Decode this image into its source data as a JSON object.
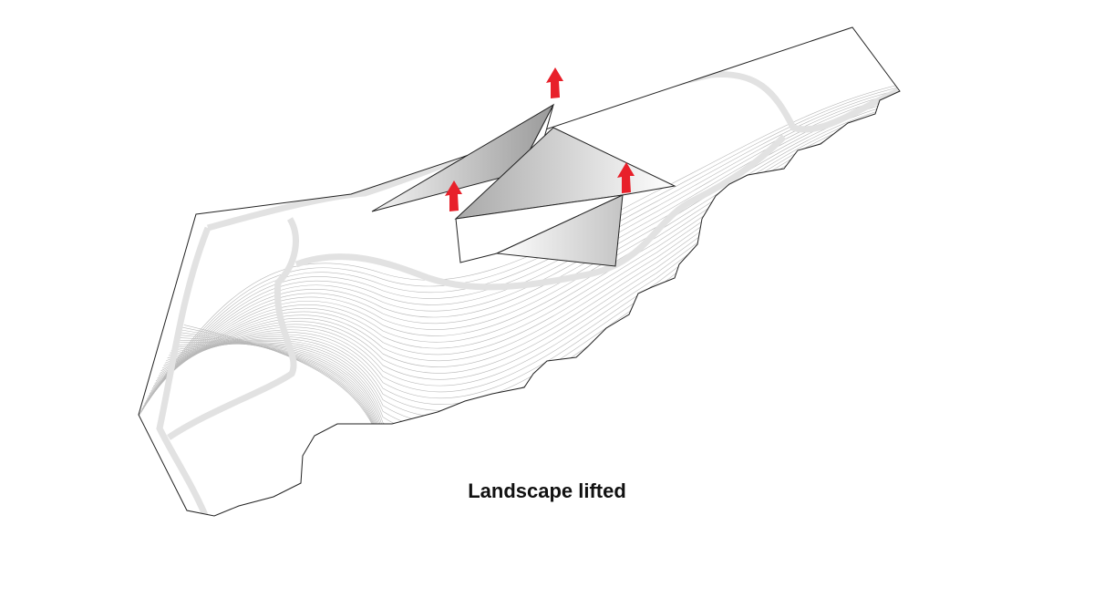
{
  "caption": "Landscape lifted",
  "colors": {
    "arrow": "#e8202a",
    "outline": "#222222",
    "contour": "#b8b8b8",
    "road": "#e4e4e4"
  },
  "arrows": 3,
  "lifted_planes": 3
}
